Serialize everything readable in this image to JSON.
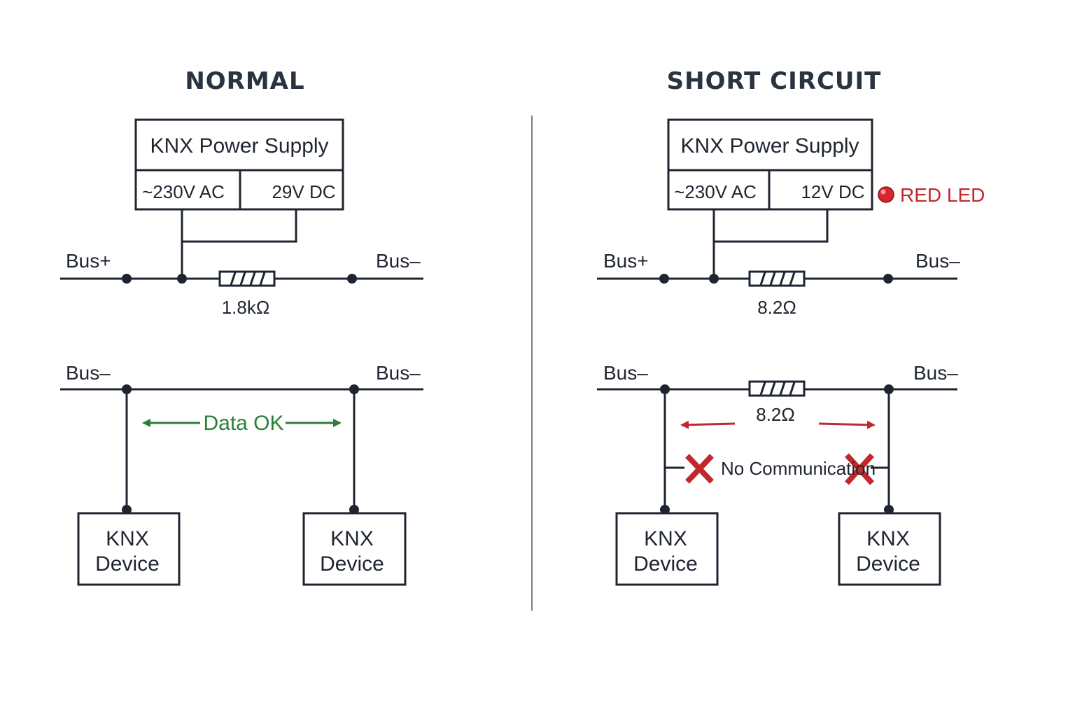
{
  "colors": {
    "ink": "#1f2530",
    "title": "#2a3340",
    "ok": "#2e7d3a",
    "fault": "#c0282d",
    "divider": "#555555"
  },
  "normal": {
    "title": "NORMAL",
    "psu": {
      "label": "KNX Power Supply",
      "input": "~230V AC",
      "output": "29V DC"
    },
    "top_bus": {
      "left": "Bus+",
      "right": "Bus–",
      "resistor": "1.8kΩ"
    },
    "bottom_bus": {
      "left": "Bus–",
      "right": "Bus–"
    },
    "status": "Data OK",
    "devices": [
      {
        "line1": "KNX",
        "line2": "Device"
      },
      {
        "line1": "KNX",
        "line2": "Device"
      }
    ]
  },
  "short": {
    "title": "SHORT CIRCUIT",
    "psu": {
      "label": "KNX Power Supply",
      "input": "~230V AC",
      "output": "12V DC"
    },
    "led": "RED LED",
    "top_bus": {
      "left": "Bus+",
      "right": "Bus–",
      "resistor": "8.2Ω"
    },
    "bottom_bus": {
      "left": "Bus–",
      "right": "Bus–",
      "resistor": "8.2Ω"
    },
    "status": "No Communication",
    "devices": [
      {
        "line1": "KNX",
        "line2": "Device"
      },
      {
        "line1": "KNX",
        "line2": "Device"
      }
    ]
  }
}
